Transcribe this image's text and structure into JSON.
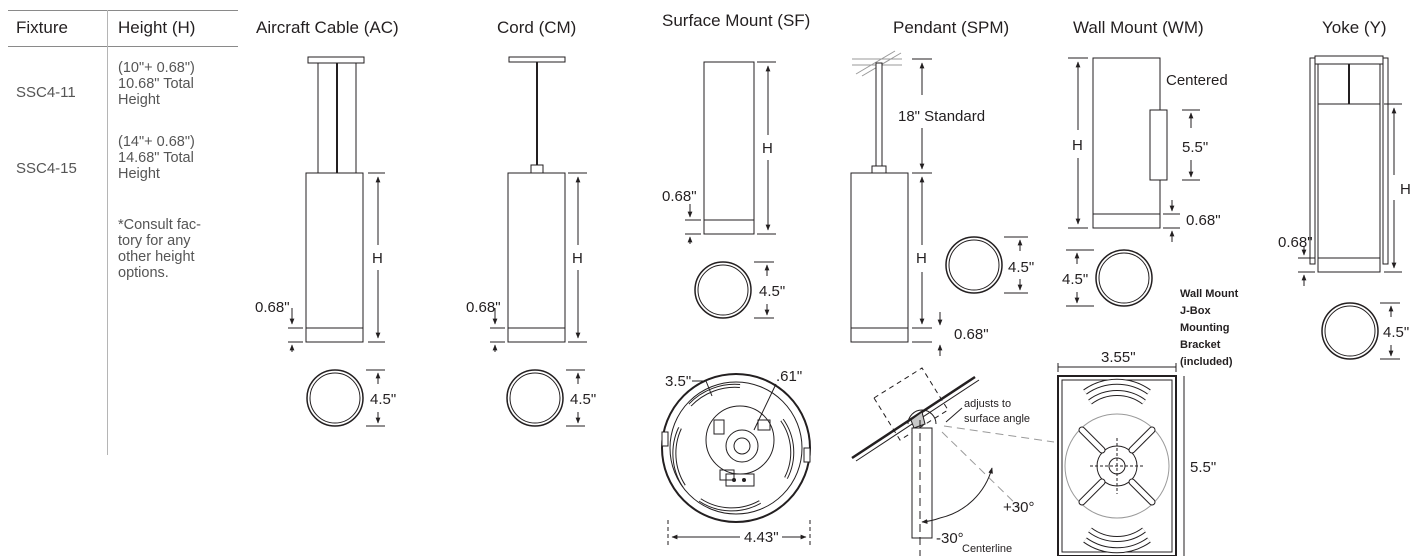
{
  "table": {
    "header_fixture": "Fixture",
    "header_height": "Height (H)",
    "rows": [
      {
        "fixture": "SSC4-11",
        "line1": "(10\"+ 0.68\")",
        "line2": "10.68\" Total",
        "line3": "Height"
      },
      {
        "fixture": "SSC4-15",
        "line1": "(14\"+ 0.68\")",
        "line2": "14.68\" Total",
        "line3": "Height"
      }
    ],
    "note": [
      "*Consult fac-",
      "tory for any",
      "other height",
      "options."
    ]
  },
  "titles": {
    "aircraft_cable": "Aircraft Cable (AC)",
    "cord": "Cord (CM)",
    "surface_mount": "Surface Mount (SF)",
    "pendant": "Pendant (SPM)",
    "wall_mount": "Wall Mount (WM)",
    "yoke": "Yoke (Y)"
  },
  "dims": {
    "h": "H",
    "base": "0.68\"",
    "diameter": "4.5\"",
    "standard": "18\" Standard",
    "centered": "Centered",
    "wm_offset": "5.5\"",
    "plate_a": "3.5\"",
    "plate_b": ".61\"",
    "plate_width": "4.43\"",
    "adjusts_1": "adjusts to",
    "adjusts_2": "surface angle",
    "angle_plus": "+30°",
    "angle_minus": "-30°",
    "centerline": "Centerline",
    "bracket_1": "Wall Mount",
    "bracket_2": "J-Box",
    "bracket_3": "Mounting",
    "bracket_4": "Bracket",
    "bracket_5": "(included)",
    "bracket_width": "3.55\"",
    "bracket_height": "5.5\""
  }
}
